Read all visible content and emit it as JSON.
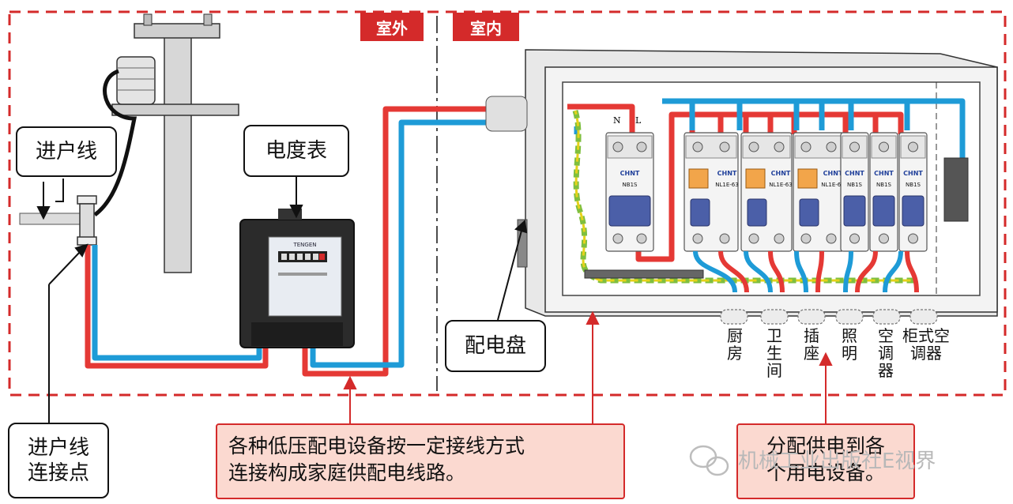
{
  "zones": {
    "outdoor": "室外",
    "indoor": "室内"
  },
  "labels": {
    "service_line": "进户线",
    "meter": "电度表",
    "distribution_board": "配电盘",
    "connection_point": "进户线\n连接点"
  },
  "callouts": {
    "left": "各种低压配电设备按一定接线方式\n连接构成家庭供配电线路。",
    "right": "分配供电到各\n个用电设备。"
  },
  "breakers": {
    "brand": "CHNT",
    "main_model": "NB1S",
    "rcd_model": "NL1E-63",
    "terminal_n": "N",
    "terminal_l": "L"
  },
  "meter_brand": "TENGEN",
  "circuits": [
    "厨房",
    "卫生间",
    "插座",
    "照明",
    "空调器",
    "柜式空调器"
  ],
  "watermark": "机械工业出版社E视界",
  "colors": {
    "live": "#e53935",
    "neutral": "#1e9bd7",
    "earth": "#7fbf3f",
    "border": "#d42a2a"
  }
}
